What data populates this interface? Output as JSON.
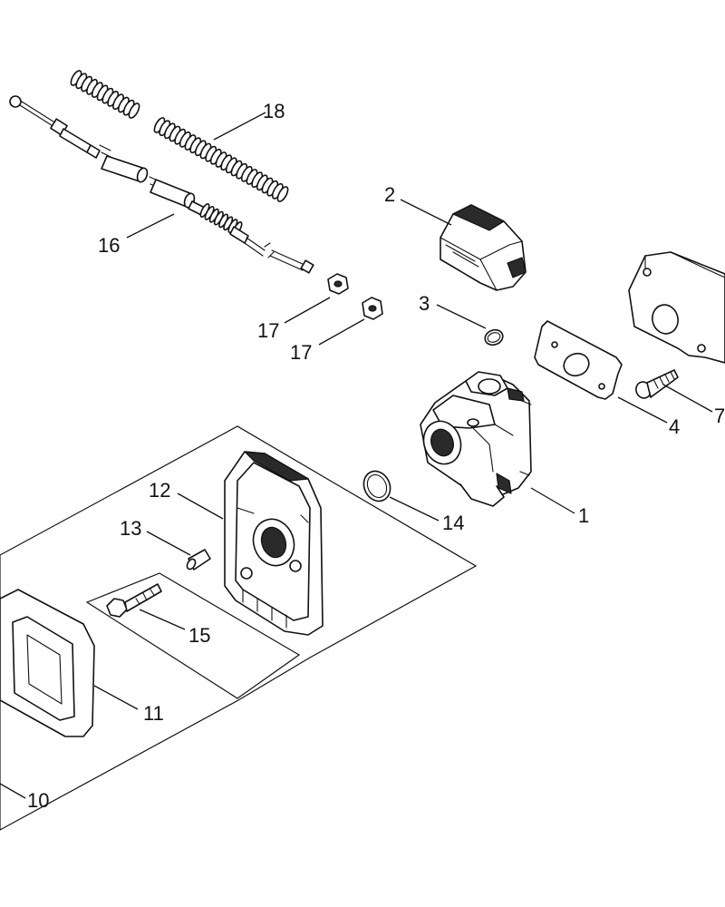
{
  "callouts": [
    {
      "id": "1",
      "label": "1"
    },
    {
      "id": "2",
      "label": "2"
    },
    {
      "id": "3",
      "label": "3"
    },
    {
      "id": "4",
      "label": "4"
    },
    {
      "id": "7",
      "label": "7"
    },
    {
      "id": "10",
      "label": "10"
    },
    {
      "id": "11",
      "label": "11"
    },
    {
      "id": "12",
      "label": "12"
    },
    {
      "id": "13",
      "label": "13"
    },
    {
      "id": "14",
      "label": "14"
    },
    {
      "id": "15",
      "label": "15"
    },
    {
      "id": "16",
      "label": "16"
    },
    {
      "id": "17a",
      "label": "17"
    },
    {
      "id": "17b",
      "label": "17"
    },
    {
      "id": "18",
      "label": "18"
    }
  ],
  "colors": {
    "line": "#111111",
    "background": "#ffffff",
    "shade": "#2a2a2a"
  }
}
